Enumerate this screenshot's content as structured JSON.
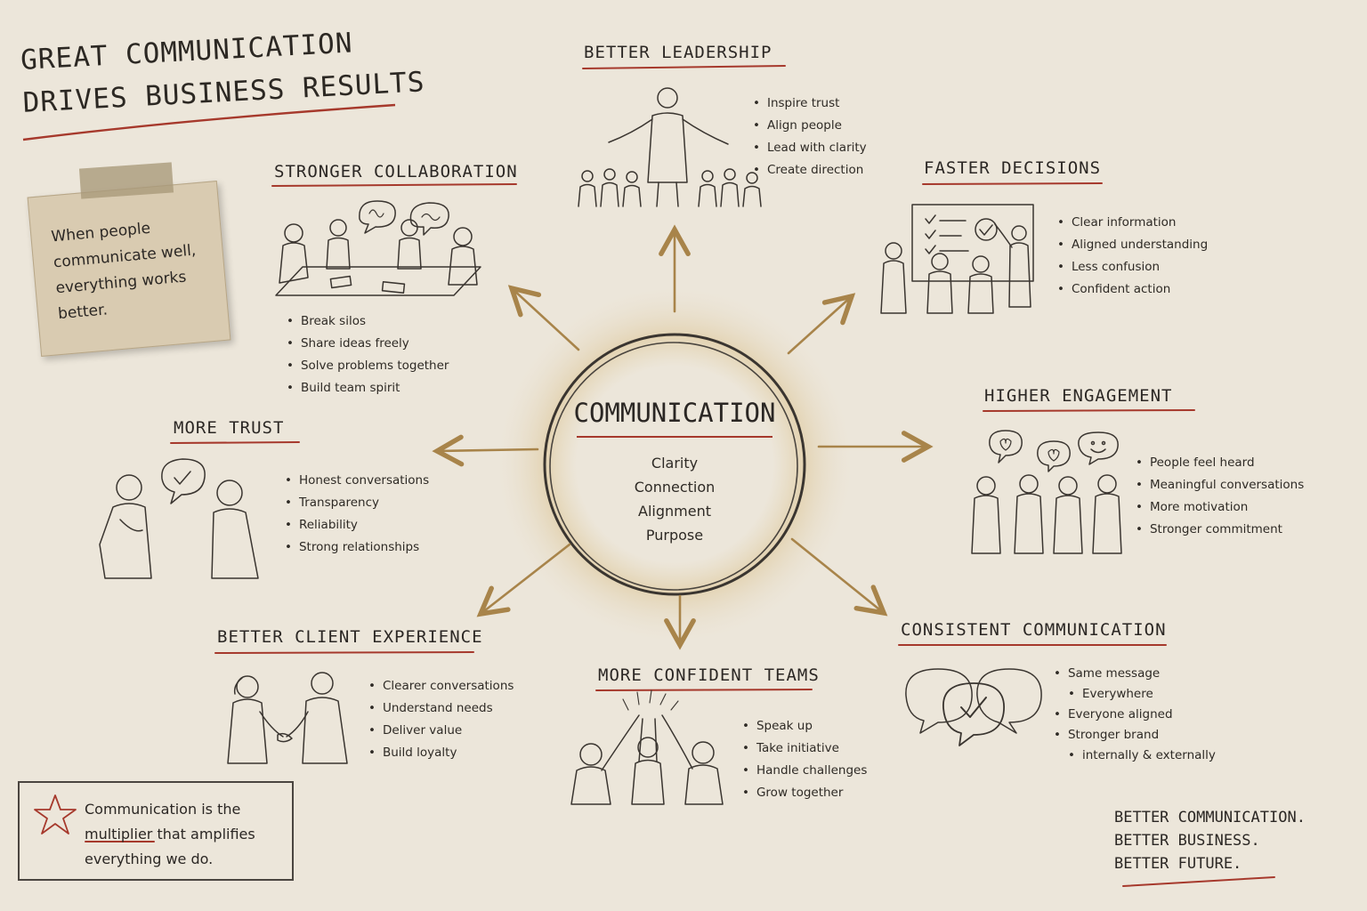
{
  "title": {
    "line1": "GREAT COMMUNICATION",
    "line2": "DRIVES BUSINESS RESULTS"
  },
  "note": {
    "line1": "When people",
    "line2": "communicate well,",
    "line3": "everything works",
    "line4": "better."
  },
  "center": {
    "title": "COMMUNICATION",
    "words": [
      "Clarity",
      "Connection",
      "Alignment",
      "Purpose"
    ]
  },
  "sections": {
    "leadership": {
      "heading": "BETTER LEADERSHIP",
      "bullets": [
        "Inspire trust",
        "Align people",
        "Lead with clarity",
        "Create direction"
      ]
    },
    "decisions": {
      "heading": "FASTER DECISIONS",
      "bullets": [
        "Clear information",
        "Aligned understanding",
        "Less confusion",
        "Confident action"
      ]
    },
    "collaboration": {
      "heading": "STRONGER COLLABORATION",
      "bullets": [
        "Break silos",
        "Share ideas freely",
        "Solve problems together",
        "Build team spirit"
      ]
    },
    "engagement": {
      "heading": "HIGHER ENGAGEMENT",
      "bullets": [
        "People feel heard",
        "Meaningful conversations",
        "More motivation",
        "Stronger commitment"
      ]
    },
    "trust": {
      "heading": "MORE TRUST",
      "bullets": [
        "Honest conversations",
        "Transparency",
        "Reliability",
        "Strong relationships"
      ]
    },
    "client": {
      "heading": "BETTER CLIENT EXPERIENCE",
      "bullets": [
        "Clearer conversations",
        "Understand needs",
        "Deliver value",
        "Build loyalty"
      ]
    },
    "confident": {
      "heading": "MORE CONFIDENT TEAMS",
      "bullets": [
        "Speak up",
        "Take initiative",
        "Handle challenges",
        "Grow together"
      ]
    },
    "consistent": {
      "heading": "CONSISTENT COMMUNICATION",
      "bullets": [
        "Same message",
        "Everywhere",
        "Everyone aligned",
        "Stronger brand",
        "internally & externally"
      ]
    }
  },
  "quote": {
    "line1": "Communication is the",
    "line2a": "multiplier",
    "line2b": " that amplifies",
    "line3": "everything we do."
  },
  "slogan": {
    "line1": "BETTER COMMUNICATION.",
    "line2": "BETTER BUSINESS.",
    "line3": "BETTER FUTURE."
  },
  "colors": {
    "paper": "#ece6da",
    "ink": "#2c2823",
    "accent_red": "#a6392c",
    "arrow_gold": "#a8844a"
  }
}
